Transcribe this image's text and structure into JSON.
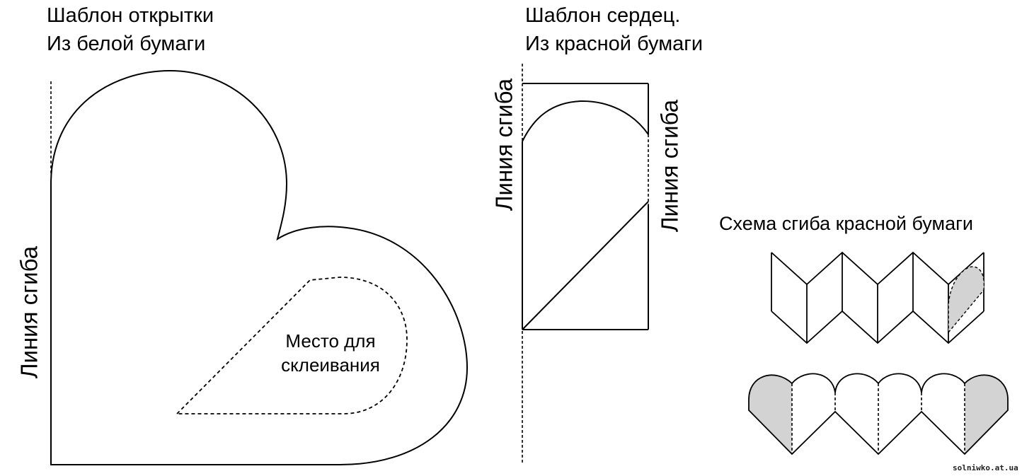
{
  "card_template": {
    "title_line1": "Шаблон открытки",
    "title_line2": "Из белой бумаги",
    "fold_label": "Линия сгиба",
    "glue_line1": "Место для",
    "glue_line2": "склеивания"
  },
  "heart_template": {
    "title_line1": "Шаблон сердец.",
    "title_line2": "Из красной бумаги",
    "fold_label_left": "Линия сгиба",
    "fold_label_right": "Линия сгиба"
  },
  "fold_scheme": {
    "title": "Схема сгиба красной бумаги"
  },
  "watermark": "solniwko.at.ua",
  "colors": {
    "line": "#000000",
    "shade": "#d3d3d3",
    "background": "#ffffff"
  }
}
